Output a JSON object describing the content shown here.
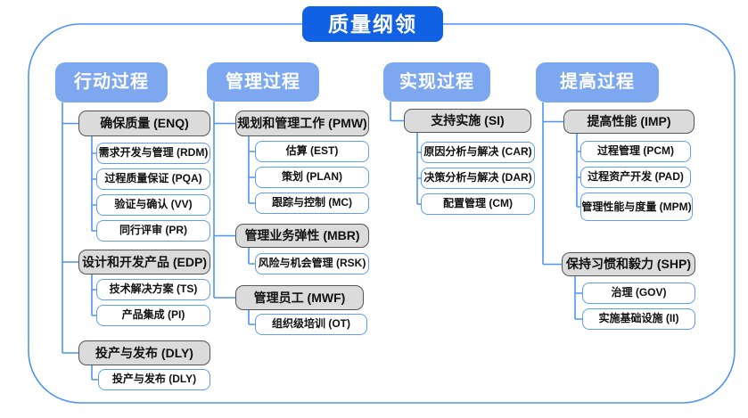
{
  "title": "质量纲领",
  "colors": {
    "title_bg": "#1161E4",
    "header_bg": "#7DA8F0",
    "line": "#4E94F6",
    "leaf_border": "#5B9DF8",
    "gray_fill": "#DBDBDB",
    "gray_border": "#555555",
    "text": "#111111"
  },
  "columns": [
    {
      "header": "行动过程",
      "groups": [
        {
          "label": "确保质量 (ENQ)",
          "children": [
            "需求开发与管理 (RDM)",
            "过程质量保证 (PQA)",
            "验证与确认 (VV)",
            "同行评审 (PR)"
          ]
        },
        {
          "label": "设计和开发产品 (EDP)",
          "children": [
            "技术解决方案 (TS)",
            "产品集成 (PI)"
          ]
        },
        {
          "label": "投产与发布 (DLY)",
          "children": [
            "投产与发布 (DLY)"
          ]
        }
      ]
    },
    {
      "header": "管理过程",
      "groups": [
        {
          "label": "规划和管理工作 (PMW)",
          "children": [
            "估算 (EST)",
            "策划 (PLAN)",
            "跟踪与控制 (MC)"
          ]
        },
        {
          "label": "管理业务弹性 (MBR)",
          "children": [
            "风险与机会管理 (RSK)"
          ]
        },
        {
          "label": "管理员工 (MWF)",
          "children": [
            "组织级培训 (OT)"
          ]
        }
      ]
    },
    {
      "header": "实现过程",
      "groups": [
        {
          "label": "支持实施 (SI)",
          "children": [
            "原因分析与解决 (CAR)",
            "决策分析与解决 (DAR)",
            "配置管理 (CM)"
          ]
        }
      ]
    },
    {
      "header": "提高过程",
      "groups": [
        {
          "label": "提高性能 (IMP)",
          "children": [
            "过程管理 (PCM)",
            "过程资产开发 (PAD)",
            "管理性能与度量 (MPM)"
          ]
        },
        {
          "label": "保持习惯和毅力 (SHP)",
          "children": [
            "治理 (GOV)",
            "实施基础设施 (II)"
          ]
        }
      ]
    }
  ]
}
